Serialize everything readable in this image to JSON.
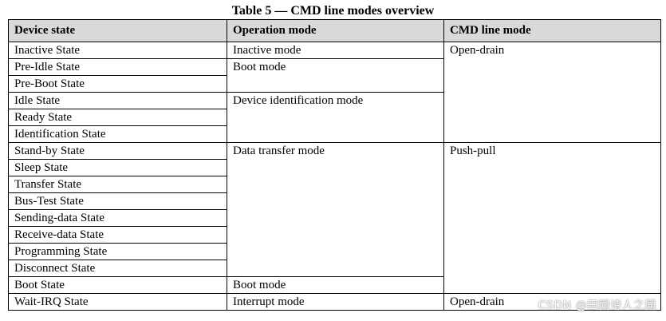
{
  "caption": "Table 5 — CMD line modes overview",
  "headers": {
    "device_state": "Device state",
    "operation_mode": "Operation mode",
    "cmd_line_mode": "CMD line mode"
  },
  "device_states": [
    "Inactive State",
    "Pre-Idle State",
    "Pre-Boot State",
    "Idle State",
    "Ready State",
    "Identification State",
    "Stand-by State",
    "Sleep State",
    "Transfer State",
    "Bus-Test State",
    "Sending-data State",
    "Receive-data State",
    "Programming State",
    "Disconnect State",
    "Boot State",
    "Wait-IRQ State"
  ],
  "operation_modes": [
    "Inactive mode",
    "Boot mode",
    "Device identification mode",
    "Data transfer mode",
    "Boot mode",
    "Interrupt mode"
  ],
  "cmd_line_modes": [
    "Open-drain",
    "Push-pull",
    "Open-drain"
  ],
  "watermark": "CSDN @田园诗人之园"
}
